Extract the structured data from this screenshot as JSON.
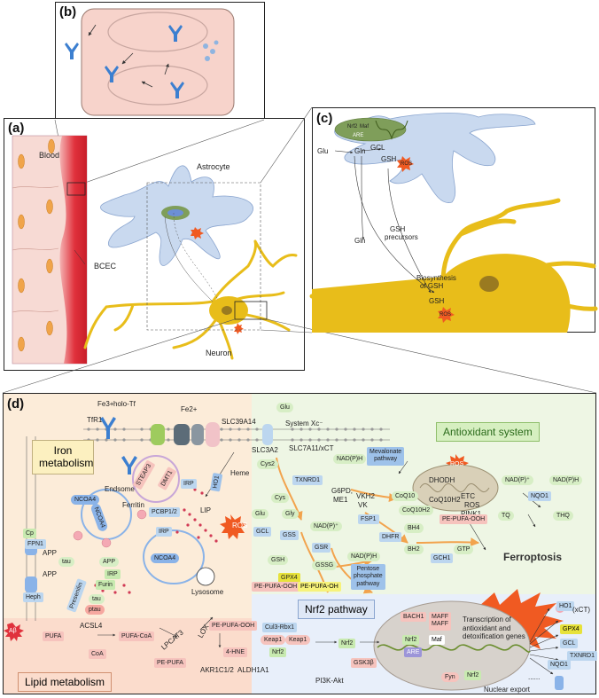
{
  "panels": {
    "a": "(a)",
    "b": "(b)",
    "c": "(c)",
    "d": "(d)"
  },
  "panel_a": {
    "blood": "Blood",
    "bcec": "BCEC",
    "astrocyte": "Astrocyte",
    "neuron": "Neuron"
  },
  "panel_c": {
    "nrf2": "Nrf2",
    "maf": "Maf",
    "are": "ARE",
    "gcl": "GCL",
    "glu": "Glu",
    "gln_top": "Gln",
    "gsh_top": "GSH",
    "ros_top": "ROS",
    "gln_mid": "Gln",
    "gsh_precursors_1": "GSH",
    "gsh_precursors_2": "precursors",
    "biosynthesis_1": "Biosynthesis",
    "biosynthesis_2": "of GSH",
    "gsh_bottom": "GSH",
    "ros_bottom": "ROS"
  },
  "panel_d": {
    "section_titles": {
      "iron": "Iron metabolism",
      "antioxidant": "Antioxidant system",
      "nrf2": "Nrf2 pathway",
      "lipid": "Lipid metabolism"
    },
    "iron": {
      "fe3": "Fe3+",
      "holo_tf": "holo-Tf",
      "tfr1": "TfR1",
      "fe2": "Fe2+",
      "slc39a14": "SLC39A14",
      "endosome": "Endsome",
      "steap3": "STEAP3",
      "dmt1": "DMT1",
      "irp1": "IRP",
      "ho1": "HO1",
      "heme": "Heme",
      "ferritin": "Ferritin",
      "pcbp": "PCBP1/2",
      "irp2": "IRP",
      "lip": "LIP",
      "ncoa4_1": "NCOA4",
      "ncoa4_2": "NCOA4",
      "ncoa4_3": "NCOA4",
      "cp": "Cp",
      "fpn1": "FPN1",
      "app1": "APP",
      "tau1": "tau",
      "app2": "APP",
      "irp3": "IRP",
      "app3": "APP",
      "furin": "Furin",
      "heph": "Heph",
      "presenilin": "Presenilin",
      "tau2": "tau",
      "ptau": "ptau",
      "ab": "Aβ",
      "ros": "ROS",
      "lysosome": "Lysosome"
    },
    "antioxidant": {
      "glu": "Glu",
      "system_xc": "System Xc⁻",
      "slc3a2": "SLC3A2",
      "slc7a11": "SLC7A11/xCT",
      "cys2": "Cys2",
      "txnrd1": "TXNRD1",
      "nadph_1": "NAD(P)H",
      "mevalonate_1": "Mevalonate",
      "mevalonate_2": "pathway",
      "dhodh": "DHODH",
      "ros": "ROS",
      "nadp_right": "NAD(P)⁺",
      "nadph_right": "NAD(P)H",
      "nqo1": "NQO1",
      "cys": "Cys",
      "g6pd": "G6PD,",
      "me1": "ME1",
      "coq10": "CoQ10",
      "etc": "ETC",
      "coq10h2_top": "CoQ10H2",
      "ros2": "ROS",
      "pink1": "PINK1",
      "tq": "TQ",
      "thq": "THQ",
      "glu2": "Glu",
      "gly": "Gly",
      "vkh2": "VKH2",
      "vk": "VK",
      "fsp1": "FSP1",
      "coq10h2_mid": "CoQ10H2",
      "pe_pufa_ooh_top": "PE-PUFA-OOH",
      "gcl": "GCL",
      "gss": "GSS",
      "nadp_mid": "NAD(P)⁺",
      "dhfr": "DHFR",
      "bh4": "BH4",
      "gsr": "GSR",
      "ferroptosis": "Ferroptosis",
      "gsh": "GSH",
      "nadph_mid": "NAD(P)H",
      "bh2": "BH2",
      "gtp": "GTP",
      "gch1": "GCH1",
      "gssg": "GSSG",
      "pentose_1": "Pentose",
      "pentose_2": "phosphate",
      "pentose_3": "pathway",
      "gpx4": "GPX4",
      "pe_pufa_ooh_left": "PE-PUFA-OOH",
      "pe_pufa_oh": "PE-PUFA-OH"
    },
    "nrf2": {
      "cul3": "Cul3-Rbx1",
      "keap1_a": "Keap1",
      "keap1_b": "Keap1",
      "nrf2_a": "Nrf2",
      "nrf2_b": "Nrf2",
      "gsk3b": "GSK3β",
      "pi3k": "PI3K-Akt",
      "bach1": "BACH1",
      "maff_1": "MAFF",
      "maff_2": "MAFF",
      "nrf2_nuc": "Nrf2",
      "maf": "Maf",
      "are": "ARE",
      "transcription_1": "Transcription of",
      "transcription_2": "antioxidant and",
      "transcription_3": "detoxification genes",
      "fyn": "Fyn",
      "nrf2_exp": "Nrf2",
      "nuclear_export": "Nuclear export",
      "ho1": "HO1",
      "xct": "(xCT)",
      "gpx4": "GPX4",
      "gcl": "GCL",
      "txnrd1": "TXNRD1",
      "nqo1": "NQO1",
      "dots": "......"
    },
    "lipid": {
      "pufa": "PUFA",
      "acsl4": "ACSL4",
      "pufa_coa": "PUFA-CoA",
      "coa": "CoA",
      "lpcat3": "LPCAT3",
      "pe_pufa": "PE-PUFA",
      "lox": "LOX",
      "pe_pufa_ooh": "PE-PUFA-OOH",
      "hne": "4-HNE",
      "akr": "AKR1C1/2",
      "aldh": "ALDH1A1"
    }
  },
  "colors": {
    "blood": "#e0313c",
    "endothelium": "#f7dad4",
    "astrocyte": "#c9d9ef",
    "neuron": "#e8bd1a",
    "iron_bg": "#fcecd9",
    "antioxidant_bg": "#eef6e4",
    "nrf2_bg": "#e8effa",
    "ros": "#f05a22",
    "arrow_orange": "#f2a34d"
  }
}
